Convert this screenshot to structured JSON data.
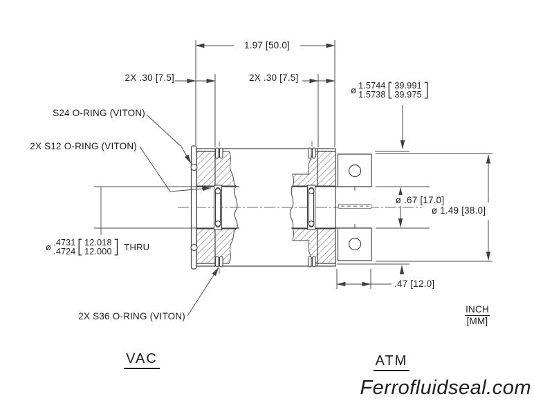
{
  "drawing": {
    "dimensions": {
      "overall_width": "1.97 [50.0]",
      "cap_width_left": "2X .30 [7.5]",
      "cap_width_right": "2X .30 [7.5]",
      "pilot_dia": {
        "prefix": "ø",
        "inch_upper": "1.5744",
        "inch_lower": "1.5738",
        "bracket_open": "[",
        "mm_upper": "39.991",
        "mm_lower": "39.975",
        "bracket_close": "]"
      },
      "shaft_dia": "ø .67 [17.0]",
      "collar_dia": "ø 1.49 [38.0]",
      "bore_dia": {
        "prefix": "ø",
        "inch_upper": ".4731",
        "inch_lower": ".4724",
        "bracket_open": "[",
        "mm_upper": "12.018",
        "mm_lower": "12.000",
        "bracket_close": "]",
        "suffix": "THRU"
      },
      "collar_width": ".47 [12.0]"
    },
    "labels": {
      "oring_s24": "S24 O-RING (VITON)",
      "oring_s12": "2X S12 O-RING (VITON)",
      "oring_s36": "2X S36 O-RING (VITON)",
      "side_left": "VAC",
      "side_right": "ATM",
      "units_top": "INCH",
      "units_bottom": "[MM]"
    },
    "watermark": "Ferrofluidseal.com"
  },
  "colors": {
    "line": "#3f3f3f",
    "dim_line": "#5a5a5a",
    "text": "#1c1c1c",
    "background": "#ffffff"
  }
}
